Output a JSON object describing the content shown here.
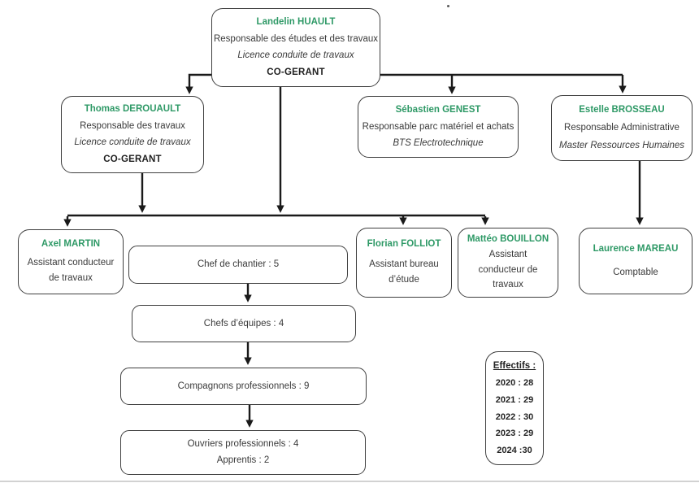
{
  "colors": {
    "name_green": "#2E9966",
    "body_text": "#3A3A3A",
    "box_border": "#3F3F3F",
    "connector": "#1A1A1A"
  },
  "org": {
    "landelin": {
      "name": "Landelin HUAULT",
      "role": "Responsable des études et des travaux",
      "diploma": "Licence conduite de travaux",
      "tag": "CO-GERANT"
    },
    "thomas": {
      "name": "Thomas DEROUAULT",
      "role": "Responsable des travaux",
      "diploma": "Licence conduite de travaux",
      "tag": "CO-GERANT"
    },
    "sebastien": {
      "name": "Sébastien GENEST",
      "role": "Responsable parc matériel et achats",
      "diploma": "BTS Electrotechnique"
    },
    "estelle": {
      "name": "Estelle BROSSEAU",
      "role": "Responsable Administrative",
      "diploma": "Master Ressources Humaines"
    },
    "axel": {
      "name": "Axel MARTIN",
      "role": "Assistant conducteur de travaux"
    },
    "chef_chantier": {
      "label": "Chef de chantier : 5"
    },
    "florian": {
      "name": "Florian FOLLIOT",
      "role": "Assistant bureau d’étude"
    },
    "matteo": {
      "name": "Mattéo BOUILLON",
      "role": "Assistant conducteur de travaux"
    },
    "laurence": {
      "name": "Laurence MAREAU",
      "role": "Comptable"
    },
    "chefs_equipes": {
      "label": "Chefs d’équipes : 4"
    },
    "compagnons": {
      "label": "Compagnons professionnels : 9"
    },
    "ouvriers": {
      "label": "Ouvriers professionnels : 4",
      "label2": "Apprentis : 2"
    }
  },
  "effectifs": {
    "title": "Effectifs :",
    "rows": [
      "2020 : 28",
      "2021 : 29",
      "2022 : 30",
      "2023 : 29",
      "2024 :30"
    ]
  }
}
